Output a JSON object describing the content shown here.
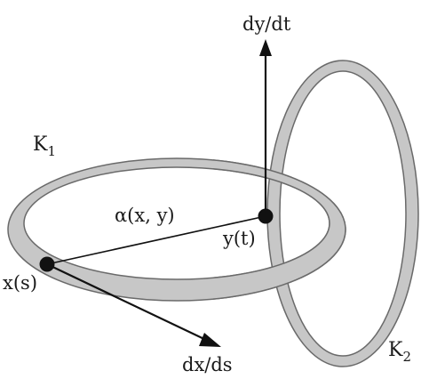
{
  "labels": {
    "k1_main": "K",
    "k1_sub": "1",
    "k2_main": "K",
    "k2_sub": "2",
    "dy_dt": "dy/dt",
    "dx_ds": "dx/ds",
    "alpha": "α(x, y)",
    "y_t": "y(t)",
    "x_s": "x(s)"
  },
  "colors": {
    "ring_fill": "#c7c7c7",
    "ring_stroke": "#6a6a6a",
    "line": "#111111",
    "point": "#111111"
  }
}
